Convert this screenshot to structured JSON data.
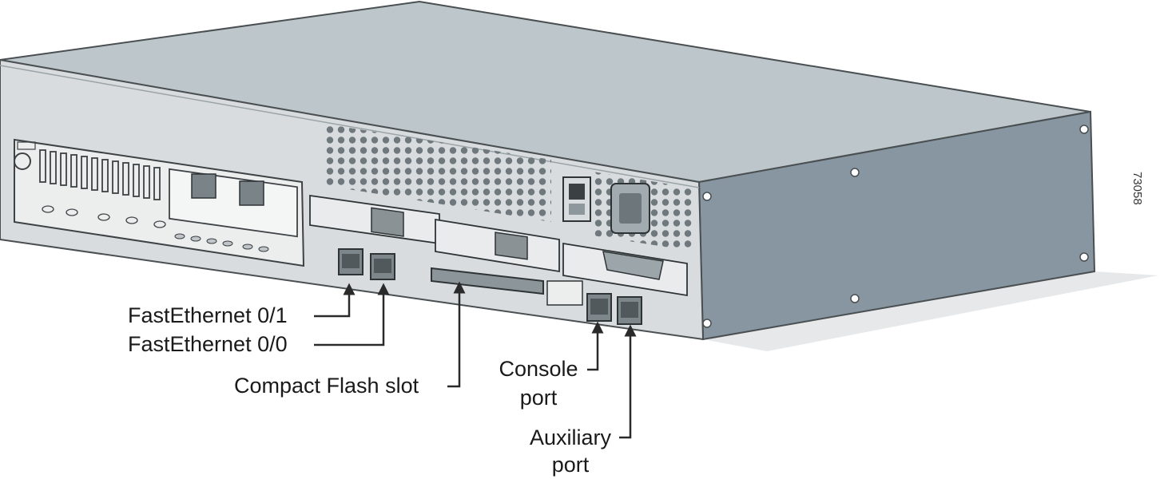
{
  "figure": {
    "number": "73058",
    "callouts": {
      "fe01": "FastEthernet 0/1",
      "fe00": "FastEthernet 0/0",
      "cf": "Compact Flash slot",
      "console_l1": "Console",
      "console_l2": "port",
      "aux_l1": "Auxiliary",
      "aux_l2": "port"
    }
  },
  "colors": {
    "chassis_top": "#bcc6cb",
    "chassis_side": "#8796a0",
    "back_panel": "#d8dcde",
    "outline": "#4a4f52",
    "arrow": "#2a2a2a"
  }
}
